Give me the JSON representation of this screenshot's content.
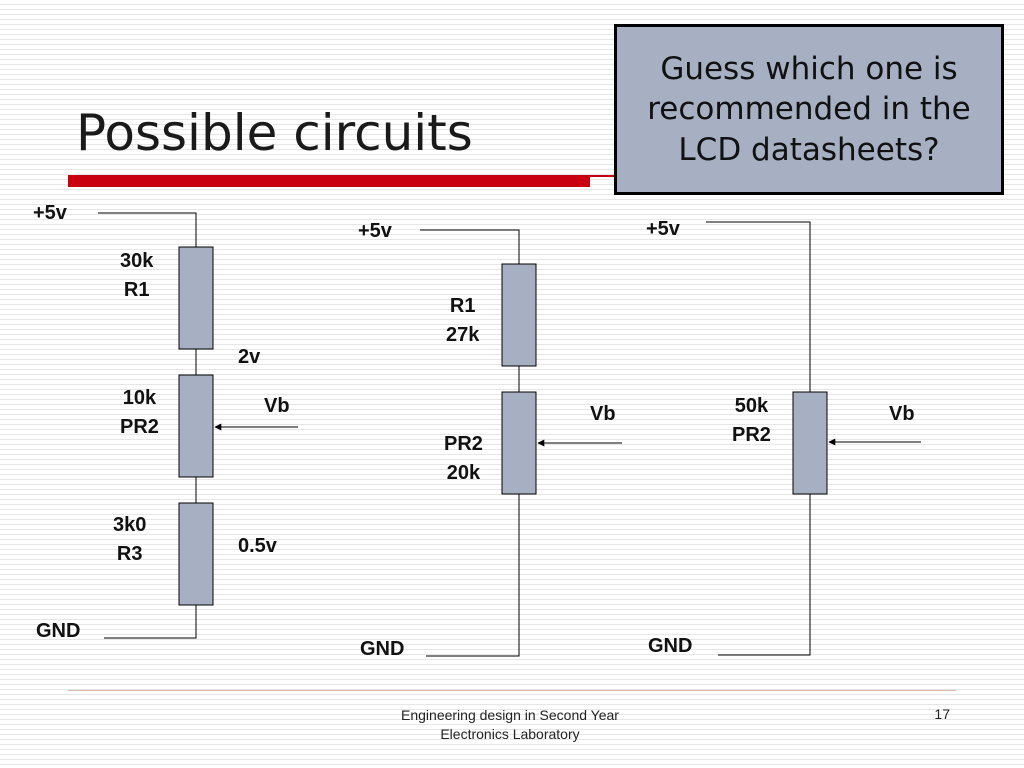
{
  "slide": {
    "title": "Possible circuits",
    "callout": "Guess which one is recommended in the LCD datasheets?",
    "footer": {
      "line1": "Engineering design in Second Year",
      "line2": "Electronics Laboratory",
      "page": "17"
    }
  },
  "circuit1": {
    "supply": "+5v",
    "ground": "GND",
    "r1_value": "30k",
    "r1_name": "R1",
    "pr2_value": "10k",
    "pr2_name": "PR2",
    "r3_value": "3k0",
    "r3_name": "R3",
    "upper_voltage": "2v",
    "lower_voltage": "0.5v",
    "wiper": "Vb"
  },
  "circuit2": {
    "supply": "+5v",
    "ground": "GND",
    "r1_name": "R1",
    "r1_value": "27k",
    "pr2_name": "PR2",
    "pr2_value": "20k",
    "wiper": "Vb"
  },
  "circuit3": {
    "supply": "+5v",
    "ground": "GND",
    "pr2_value": "50k",
    "pr2_name": "PR2",
    "wiper": "Vb"
  },
  "colors": {
    "resistor_fill": "#a6b0c2",
    "accent_red": "#c8000f",
    "callout_fill": "#a6b0c2"
  }
}
